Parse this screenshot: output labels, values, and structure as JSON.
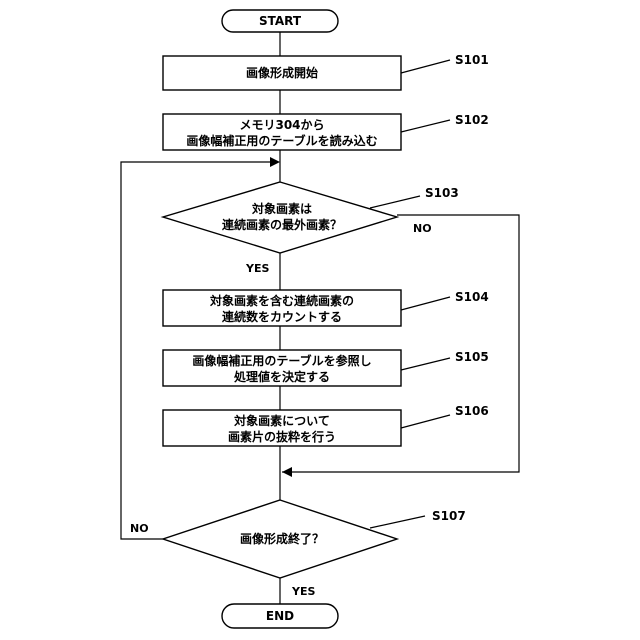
{
  "flowchart": {
    "start": "START",
    "end": "END",
    "steps": {
      "s101": {
        "id": "S101",
        "lines": [
          "画像形成開始"
        ]
      },
      "s102": {
        "id": "S102",
        "lines": [
          "メモリ304から",
          "画像幅補正用のテーブルを読み込む"
        ]
      },
      "s103": {
        "id": "S103",
        "lines": [
          "対象画素は",
          "連続画素の最外画素？"
        ]
      },
      "s104": {
        "id": "S104",
        "lines": [
          "対象画素を含む連続画素の",
          "連続数をカウントする"
        ]
      },
      "s105": {
        "id": "S105",
        "lines": [
          "画像幅補正用のテーブルを参照し",
          "処理値を決定する"
        ]
      },
      "s106": {
        "id": "S106",
        "lines": [
          "対象画素について",
          "画素片の抜粋を行う"
        ]
      },
      "s107": {
        "id": "S107",
        "lines": [
          "画像形成終了？"
        ]
      }
    },
    "edges": {
      "s103_yes": "YES",
      "s103_no": "NO",
      "s107_yes": "YES",
      "s107_no": "NO"
    }
  }
}
